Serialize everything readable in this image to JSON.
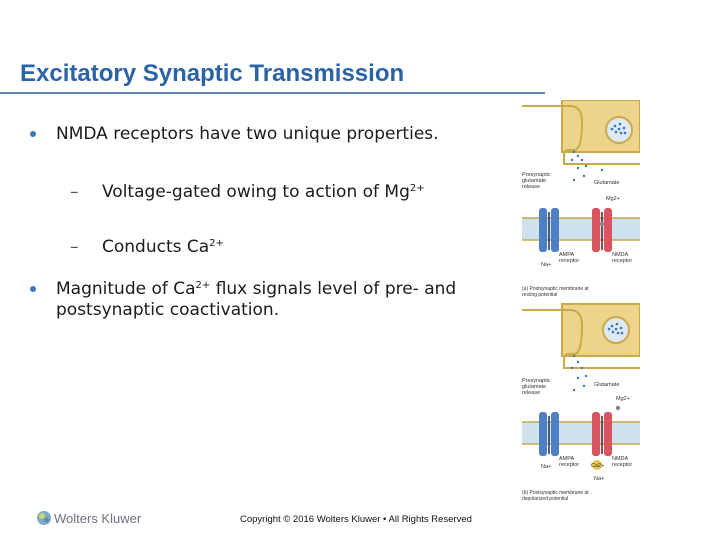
{
  "slide": {
    "title": "Excitatory Synaptic Transmission",
    "bullets": [
      {
        "text": "NMDA receptors have two unique properties.",
        "subbullets": [
          {
            "parts": [
              "Voltage-gated  owing to action of Mg",
              "2+",
              ""
            ]
          },
          {
            "parts": [
              "Conducts Ca",
              "2+",
              ""
            ]
          }
        ]
      },
      {
        "parts": [
          "Magnitude of Ca",
          "2+",
          " flux signals level of pre- and postsynaptic coactivation."
        ]
      }
    ]
  },
  "figure": {
    "panel_a": {
      "presynaptic_label": [
        "Presynaptic",
        "glutamate",
        "release"
      ],
      "glutamate_label": "Glutamate",
      "mg_label": "Mg2+",
      "ampa_label": [
        "AMPA",
        "receptor"
      ],
      "nmda_label": [
        "NMDA",
        "receptor"
      ],
      "na_label": "Na+",
      "caption": [
        "(a) Postsynaptic membrane at",
        "resting potential"
      ]
    },
    "panel_b": {
      "presynaptic_label": [
        "Presynaptic",
        "glutamate",
        "release"
      ],
      "glutamate_label": "Glutamate",
      "mg_label": "Mg2+",
      "ampa_label": [
        "AMPA",
        "receptor"
      ],
      "nmda_label": [
        "NMDA",
        "receptor"
      ],
      "na_label_left": "Na+",
      "ca_label": "Ca2+",
      "na_label_right": "Na+",
      "caption": [
        "(b) Postsynaptic membrane at",
        "depolarized potential"
      ]
    },
    "colors": {
      "terminal": "#ecd58b",
      "terminal_outline": "#c9a94a",
      "postsynaptic": "#cfe0ee",
      "ampa": "#4d7fc4",
      "nmda": "#d9545f",
      "ca_ion": "#e8c24a"
    }
  },
  "footer": {
    "logo_text": "Wolters Kluwer",
    "copyright": "Copyright © 2016 Wolters Kluwer • All Rights Reserved"
  }
}
